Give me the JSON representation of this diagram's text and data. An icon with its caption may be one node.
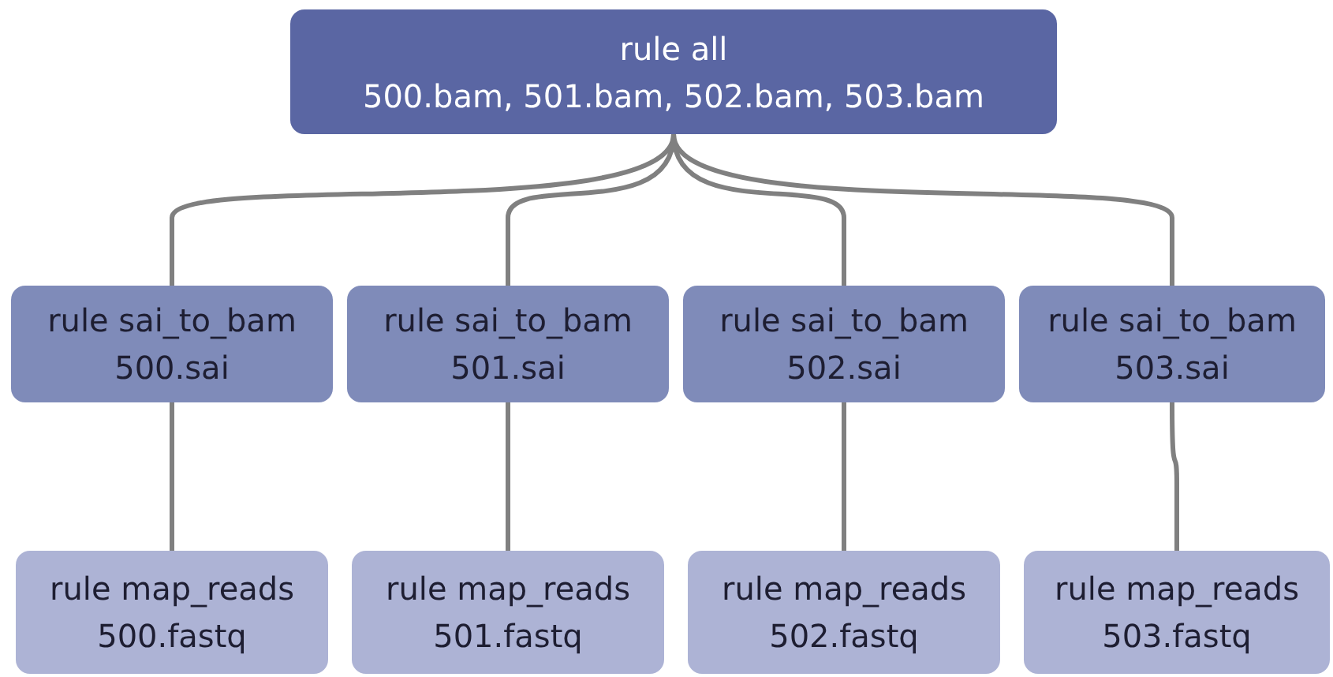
{
  "diagram": {
    "nodes": [
      {
        "text": [
          "rule all",
          "500.bam, 501.bam, 502.bam, 503.bam"
        ]
      },
      {
        "text": [
          "rule sai_to_bam",
          "500.sai"
        ]
      },
      {
        "text": [
          "rule sai_to_bam",
          "501.sai"
        ]
      },
      {
        "text": [
          "rule sai_to_bam",
          "502.sai"
        ]
      },
      {
        "text": [
          "rule sai_to_bam",
          "503.sai"
        ]
      },
      {
        "text": [
          "rule map_reads",
          "500.fastq"
        ]
      },
      {
        "text": [
          "rule map_reads",
          "501.fastq"
        ]
      },
      {
        "text": [
          "rule map_reads",
          "502.fastq"
        ]
      },
      {
        "text": [
          "rule map_reads",
          "503.fastq"
        ]
      }
    ],
    "edges": [
      {
        "from": 0,
        "to": 1,
        "arrow": "none"
      },
      {
        "from": 0,
        "to": 2,
        "arrow": "none"
      },
      {
        "from": 0,
        "to": 3,
        "arrow": "none"
      },
      {
        "from": 0,
        "to": 4,
        "arrow": "none"
      },
      {
        "from": 1,
        "to": 5,
        "arrow": "none"
      },
      {
        "from": 2,
        "to": 6,
        "arrow": "none"
      },
      {
        "from": 3,
        "to": 7,
        "arrow": "none"
      },
      {
        "from": 4,
        "to": 8,
        "arrow": "none"
      }
    ]
  }
}
